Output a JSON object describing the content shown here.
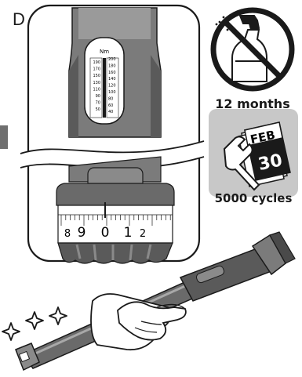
{
  "panel_label": "D",
  "scale": {
    "unit": "Nm",
    "left_ticks": [
      "190",
      "170",
      "150",
      "130",
      "110",
      "90",
      "70",
      "50"
    ],
    "right_ticks": [
      "200",
      "180",
      "160",
      "140",
      "120",
      "100",
      "80",
      "60",
      "40"
    ]
  },
  "micrometer_digits": [
    "8",
    "9",
    "0",
    "1",
    "2"
  ],
  "calendar": {
    "month": "FEB",
    "day": "30"
  },
  "labels": {
    "interval_months": "12 months",
    "interval_cycles": "5000 cycles"
  },
  "icons": {
    "no_spray": "no-spray-icon",
    "service_calendar": "wrench-calendar-icon",
    "sparkle": "sparkle-icon"
  },
  "colors": {
    "gray_dark": "#555555",
    "gray_mid": "#8a8a8a",
    "gray_light": "#c8c8c8",
    "ink": "#1a1a1a"
  }
}
